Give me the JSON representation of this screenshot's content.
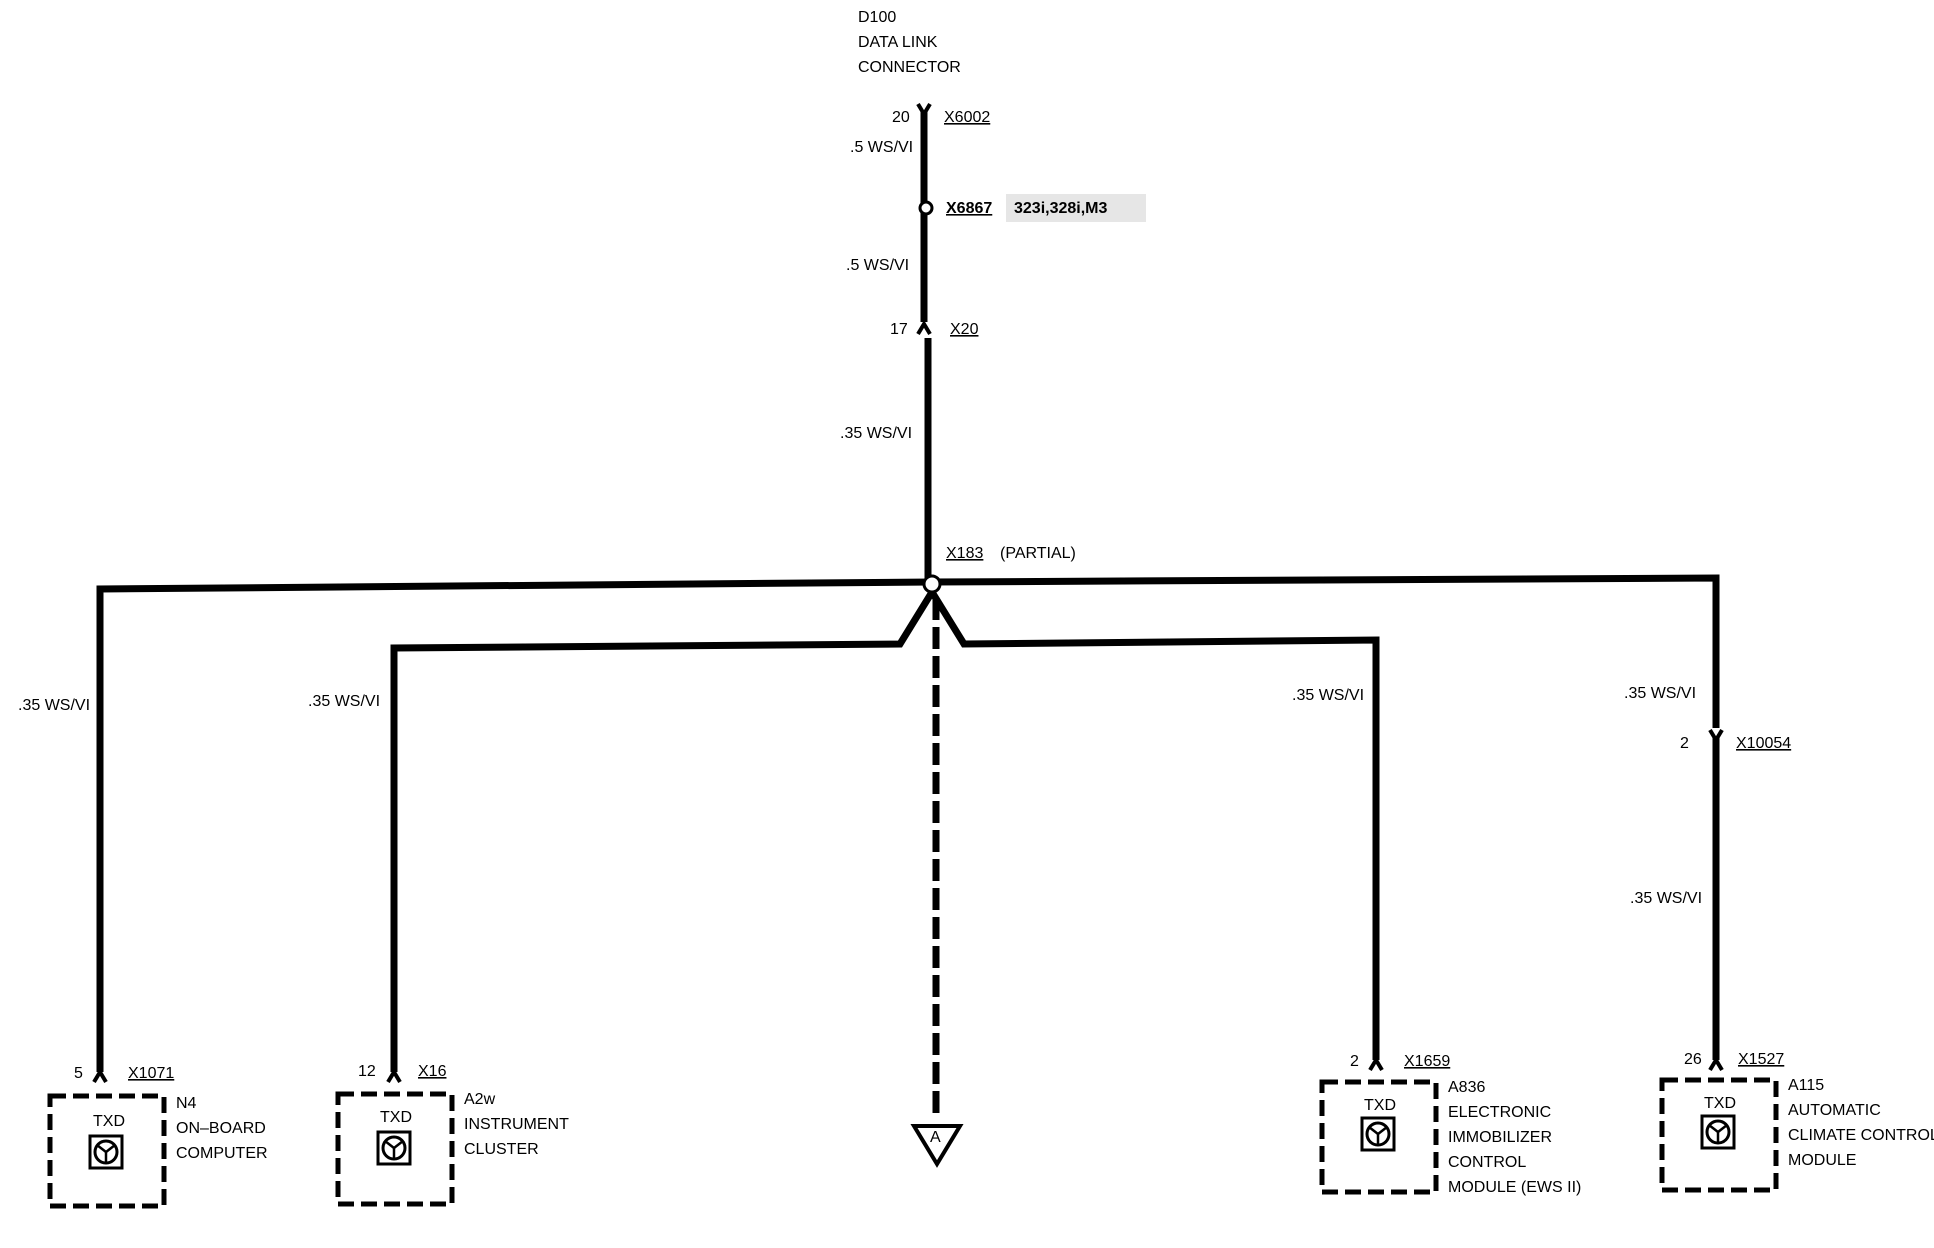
{
  "dlc": {
    "id": "D100",
    "name_line1": "DATA LINK",
    "name_line2": "CONNECTOR",
    "pin": "20",
    "connector": "X6002"
  },
  "wires": {
    "w1": ".5 WS/VI",
    "w2": ".5 WS/VI",
    "w3": ".35 WS/VI",
    "n4": ".35 WS/VI",
    "a2w": ".35 WS/VI",
    "a836": ".35 WS/VI",
    "a115_upper": ".35 WS/VI",
    "a115_lower": ".35 WS/VI"
  },
  "splices": {
    "x6867": {
      "id": "X6867",
      "note": "323i,328i,M3"
    },
    "x183": {
      "id": "X183",
      "note": "(PARTIAL)"
    }
  },
  "inline": {
    "x20": {
      "pin": "17",
      "id": "X20"
    },
    "x10054": {
      "pin": "2",
      "id": "X10054"
    }
  },
  "modules": {
    "n4": {
      "pin": "5",
      "connector": "X1071",
      "signal": "TXD",
      "id": "N4",
      "line1": "ON–BOARD",
      "line2": "COMPUTER"
    },
    "a2w": {
      "pin": "12",
      "connector": "X16",
      "signal": "TXD",
      "id": "A2w",
      "line1": "INSTRUMENT",
      "line2": "CLUSTER"
    },
    "a836": {
      "pin": "2",
      "connector": "X1659",
      "signal": "TXD",
      "id": "A836",
      "line1": "ELECTRONIC",
      "line2": "IMMOBILIZER",
      "line3": "CONTROL",
      "line4": "MODULE (EWS II)"
    },
    "a115": {
      "pin": "26",
      "connector": "X1527",
      "signal": "TXD",
      "id": "A115",
      "line1": "AUTOMATIC",
      "line2": "CLIMATE CONTROL",
      "line3": "MODULE"
    }
  },
  "offpage": {
    "label": "A"
  }
}
